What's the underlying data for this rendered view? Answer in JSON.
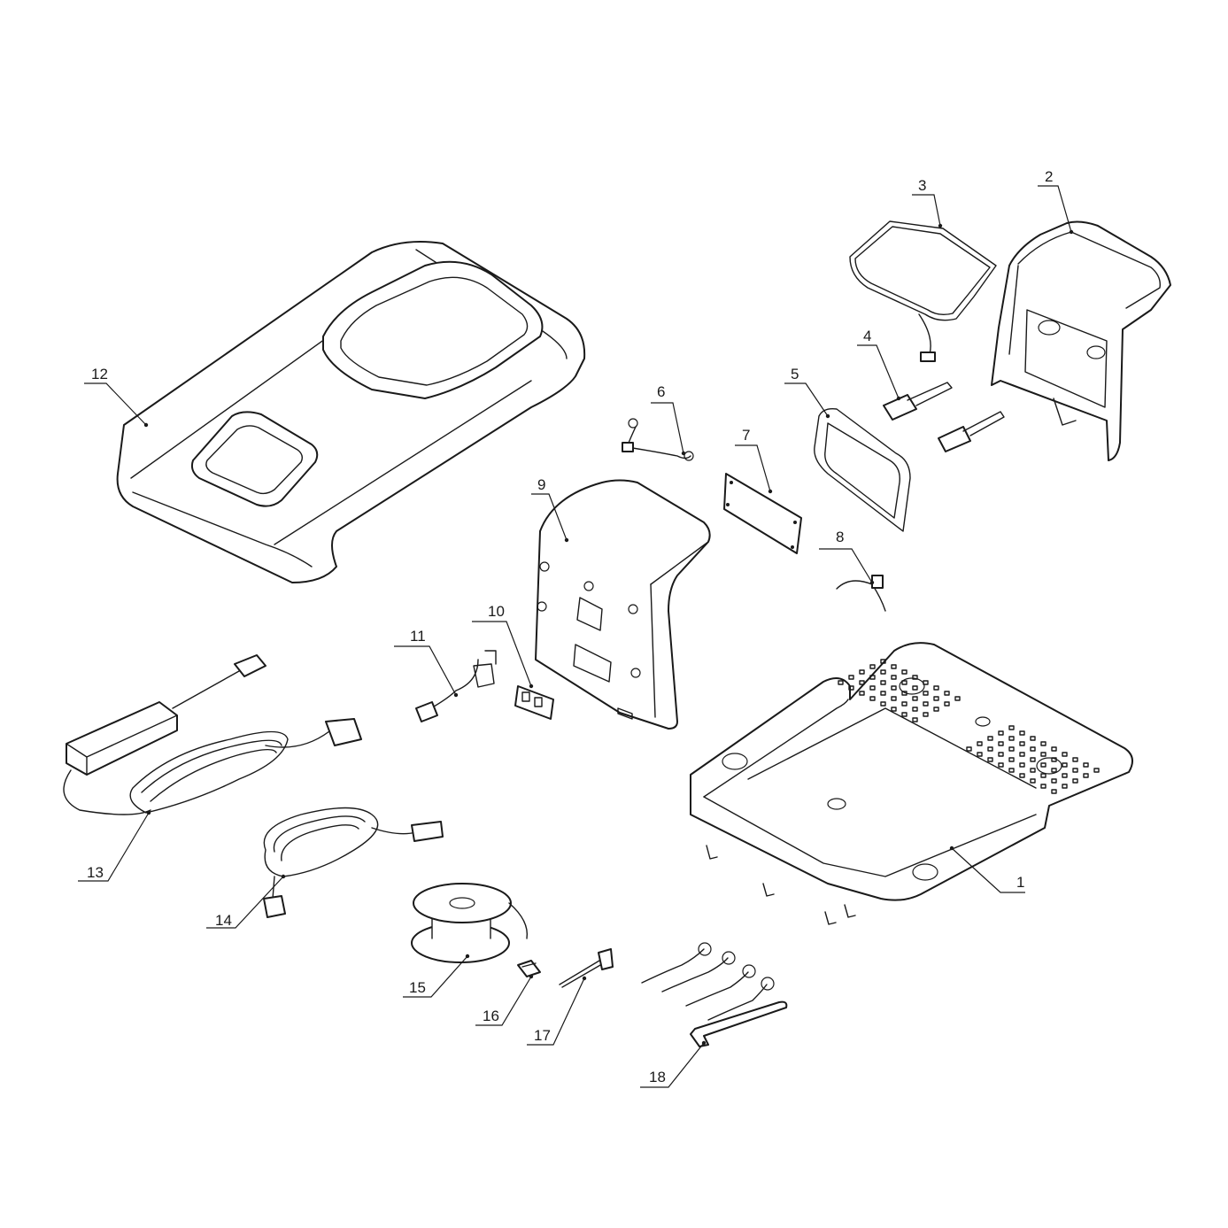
{
  "diagram": {
    "type": "exploded-parts-view",
    "callouts": [
      {
        "id": "callout-1",
        "label": "1"
      },
      {
        "id": "callout-2",
        "label": "2"
      },
      {
        "id": "callout-3",
        "label": "3"
      },
      {
        "id": "callout-4",
        "label": "4"
      },
      {
        "id": "callout-5",
        "label": "5"
      },
      {
        "id": "callout-6",
        "label": "6"
      },
      {
        "id": "callout-7",
        "label": "7"
      },
      {
        "id": "callout-8",
        "label": "8"
      },
      {
        "id": "callout-9",
        "label": "9"
      },
      {
        "id": "callout-10",
        "label": "10"
      },
      {
        "id": "callout-11",
        "label": "11"
      },
      {
        "id": "callout-12",
        "label": "12"
      },
      {
        "id": "callout-13",
        "label": "13"
      },
      {
        "id": "callout-14",
        "label": "14"
      },
      {
        "id": "callout-15",
        "label": "15"
      },
      {
        "id": "callout-16",
        "label": "16"
      },
      {
        "id": "callout-17",
        "label": "17"
      },
      {
        "id": "callout-18",
        "label": "18"
      }
    ]
  }
}
